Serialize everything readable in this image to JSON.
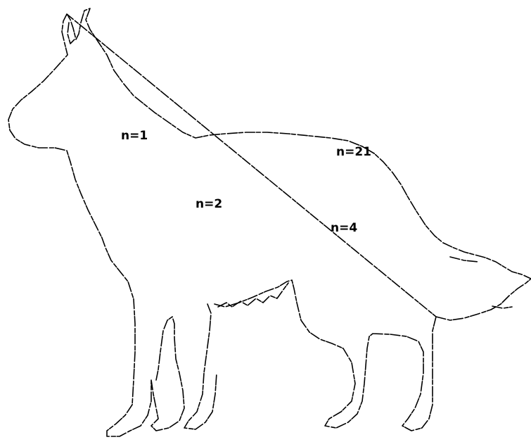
{
  "colors": {
    "background": "#ffffff",
    "outline": "#000000",
    "label_text": "#000000"
  },
  "labels": {
    "region_1": "n=1",
    "region_2": "n=2",
    "region_3": "n=21",
    "region_4": "n=4"
  }
}
